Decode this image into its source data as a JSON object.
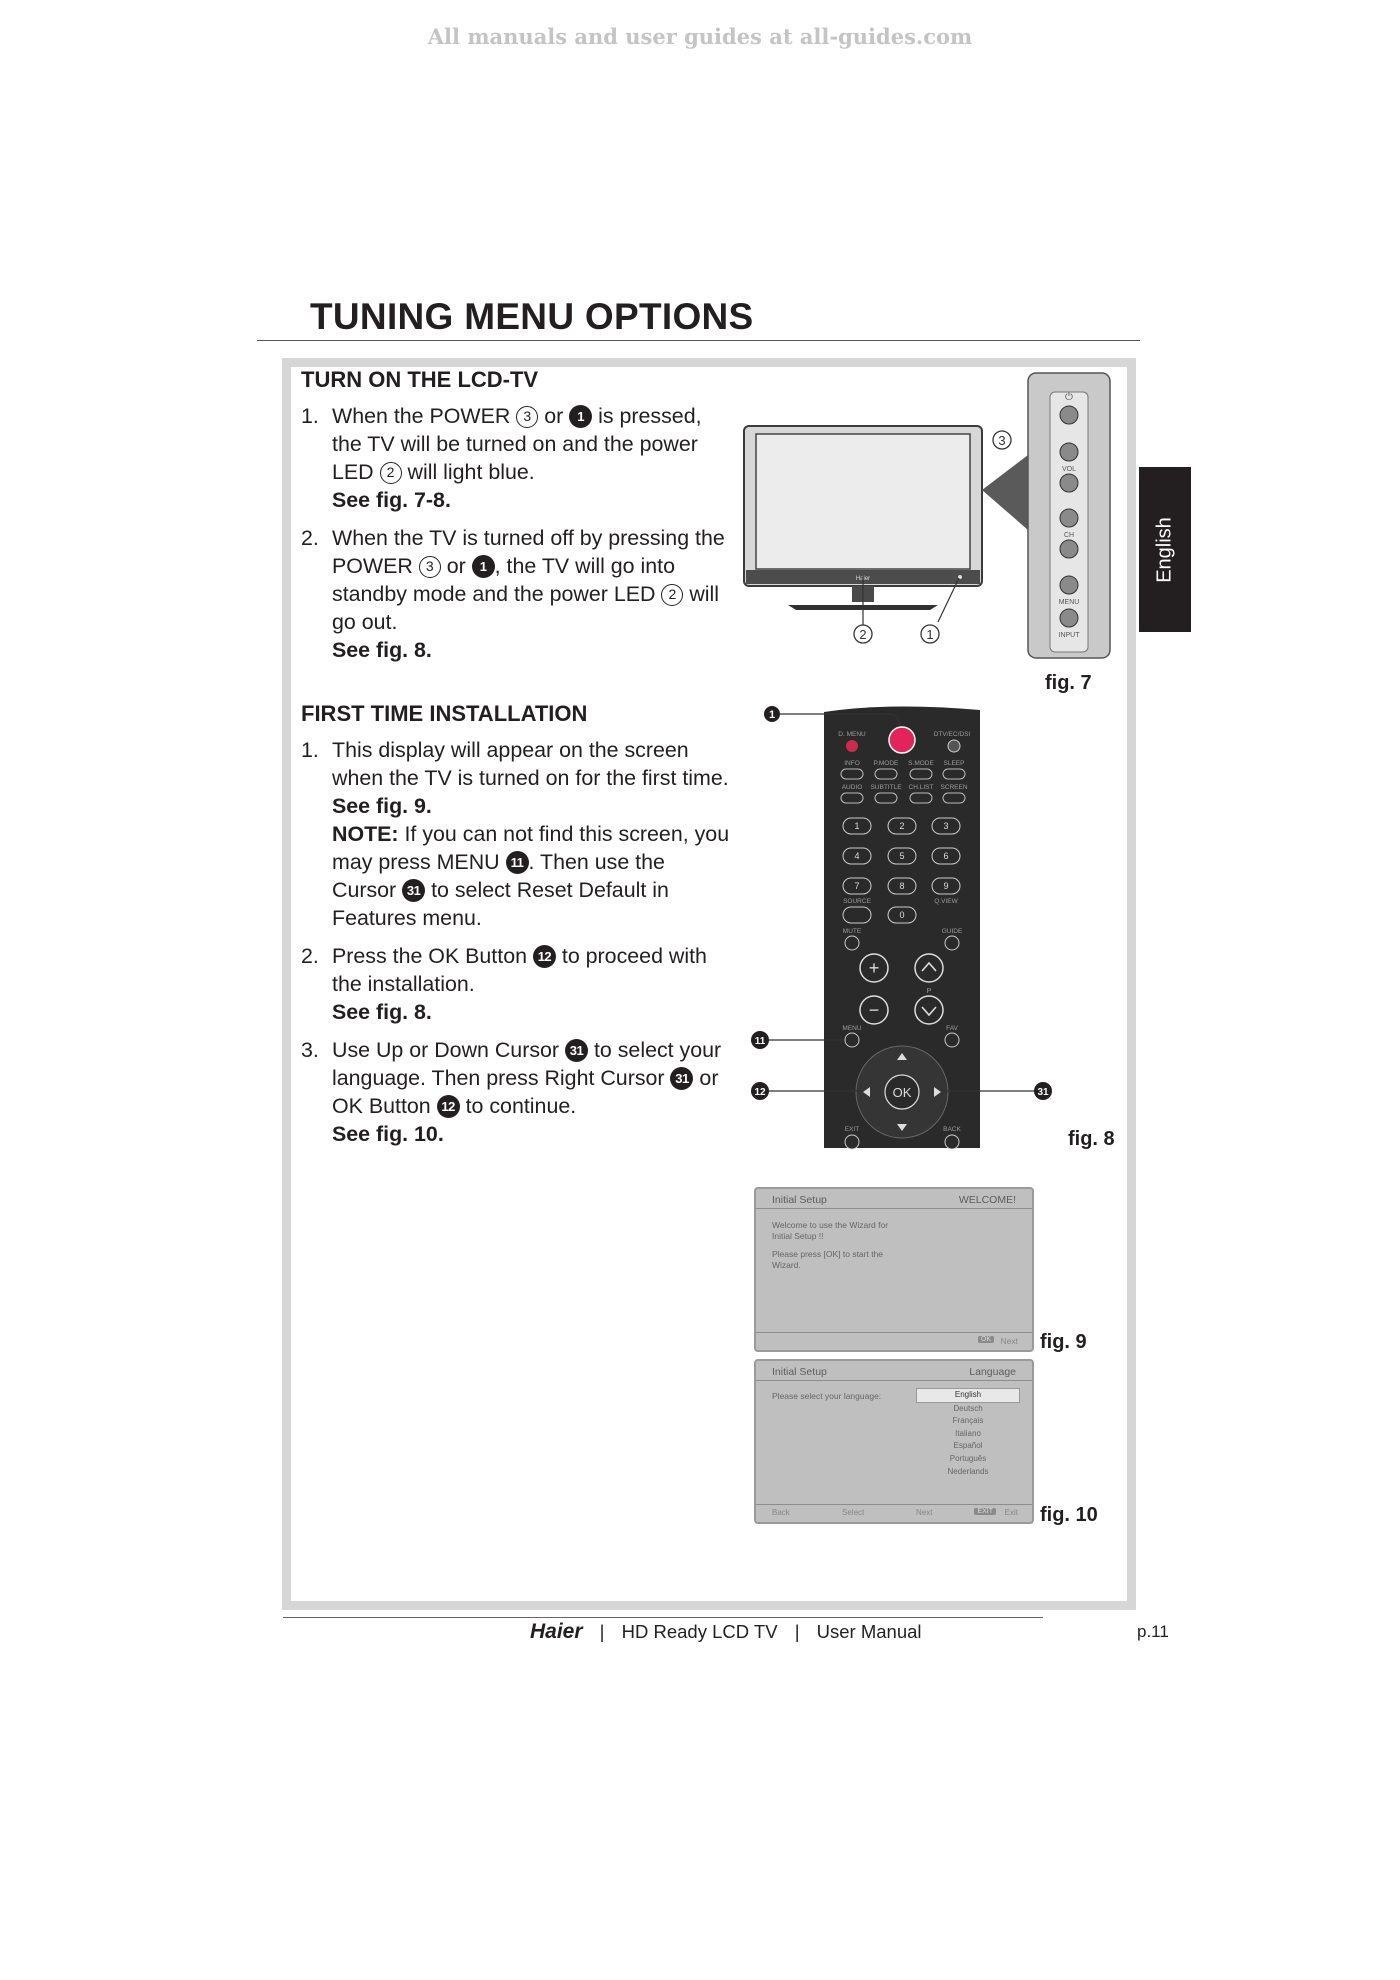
{
  "watermark": "All manuals and user guides at all-guides.com",
  "page_title": "TUNING MENU OPTIONS",
  "side_tab": "English",
  "section1": {
    "heading": "TURN ON THE LCD-TV",
    "step1": {
      "num": "1.",
      "a": "When the POWER ",
      "c1": "3",
      "b": " or ",
      "c2": "1",
      "c": " is pressed, the TV will be turned on and the power LED ",
      "c3": "2",
      "d": " will light blue.",
      "see": "See fig. 7-8."
    },
    "step2": {
      "num": "2.",
      "a": "When the TV is turned off by pressing the POWER ",
      "c1": "3",
      "b": " or ",
      "c2": "1",
      "c": ", the TV will go into standby mode and the power LED ",
      "c3": "2",
      "d": " will go out.",
      "see": "See fig. 8."
    }
  },
  "section2": {
    "heading": "FIRST TIME INSTALLATION",
    "step1": {
      "num": "1.",
      "a": "This display will appear on the screen when the TV is turned on for the first time.",
      "see": "See fig. 9.",
      "note_label": "NOTE:",
      "note_a": " If you can not find this screen, you may press MENU ",
      "c1": "11",
      "note_b": ". Then use the Cursor ",
      "c2": "31",
      "note_c": " to select Reset Default in Features menu."
    },
    "step2": {
      "num": "2.",
      "a": "Press the OK Button ",
      "c1": "12",
      "b": " to proceed with the installation.",
      "see": "See fig. 8."
    },
    "step3": {
      "num": "3.",
      "a": "Use Up or Down Cursor ",
      "c1": "31",
      "b": " to select your language. Then press Right Cursor ",
      "c2": "31",
      "c": " or OK Button ",
      "c3": "12",
      "d": " to continue.",
      "see": "See fig. 10."
    }
  },
  "fig7": {
    "label": "fig. 7",
    "callout_3": "3",
    "callout_2": "2",
    "callout_1": "1",
    "tv_brand": "Haier",
    "panel": {
      "vol": "VOL",
      "ch": "CH",
      "menu": "MENU",
      "input": "INPUT"
    }
  },
  "fig8": {
    "label": "fig. 8",
    "callout_1": "1",
    "callout_11": "11",
    "callout_12": "12",
    "callout_31": "31",
    "remote": {
      "dmenu": "D. MENU",
      "dtv": "DTV/EC/DSI",
      "row1": [
        "INFO",
        "P.MODE",
        "S.MODE",
        "SLEEP"
      ],
      "row2": [
        "AUDIO",
        "SUBTITLE",
        "CH.LIST",
        "SCREEN"
      ],
      "nums": [
        "1",
        "2",
        "3",
        "4",
        "5",
        "6",
        "7",
        "8",
        "9",
        "0"
      ],
      "source": "SOURCE",
      "qview": "Q.VIEW",
      "mute": "MUTE",
      "guide": "GUIDE",
      "plus": "+",
      "minus": "−",
      "p": "P",
      "menu": "MENU",
      "fav": "FAV",
      "ok": "OK",
      "exit": "EXIT",
      "back": "BACK"
    }
  },
  "fig9": {
    "label": "fig. 9",
    "header_left": "Initial Setup",
    "header_right": "WELCOME!",
    "line1": "Welcome to use the Wizard for",
    "line2": "Initial Setup !!",
    "line3": "Please press [OK] to start the",
    "line4": "Wizard.",
    "footer_key": "OK",
    "footer_next": "Next"
  },
  "fig10": {
    "label": "fig. 10",
    "header_left": "Initial Setup",
    "header_right": "Language",
    "prompt": "Please select your language:",
    "languages": [
      "English",
      "Deutsch",
      "Français",
      "Italiano",
      "Español",
      "Português",
      "Nederlands"
    ],
    "f_back": "Back",
    "f_select": "Select",
    "f_next": "Next",
    "f_exit_key": "EXIT",
    "f_exit": "Exit"
  },
  "footer": {
    "brand": "Haier",
    "sep": "|",
    "product": "HD Ready LCD TV",
    "doc": "User Manual",
    "page": "p.11"
  }
}
